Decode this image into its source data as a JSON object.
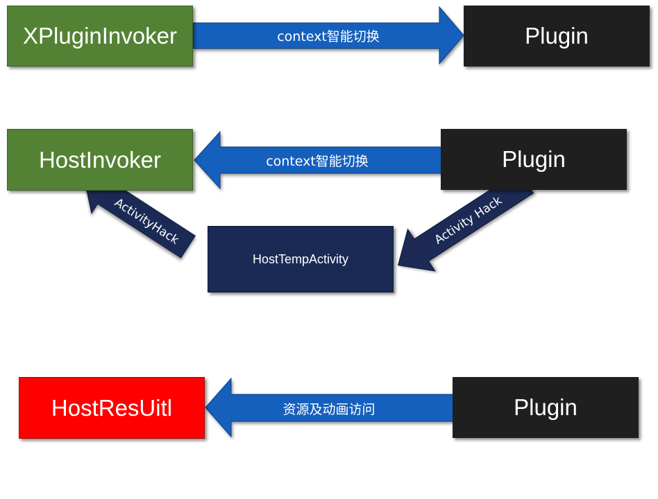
{
  "colors": {
    "green": "#548235",
    "black": "#1f1f1f",
    "navy": "#1b2a55",
    "red": "#ff0000",
    "blue_arrow": "#1560bd"
  },
  "row1": {
    "left_box": "XPluginInvoker",
    "arrow_label": "context智能切换",
    "right_box": "Plugin"
  },
  "row2": {
    "left_box": "HostInvoker",
    "arrow_label": "context智能切换",
    "right_box": "Plugin",
    "middle_box": "HostTempActivity",
    "left_diag_label": "ActivityHack",
    "right_diag_label": "Activity Hack"
  },
  "row3": {
    "left_box": "HostResUitl",
    "arrow_label": "资源及动画访问",
    "right_box": "Plugin"
  }
}
